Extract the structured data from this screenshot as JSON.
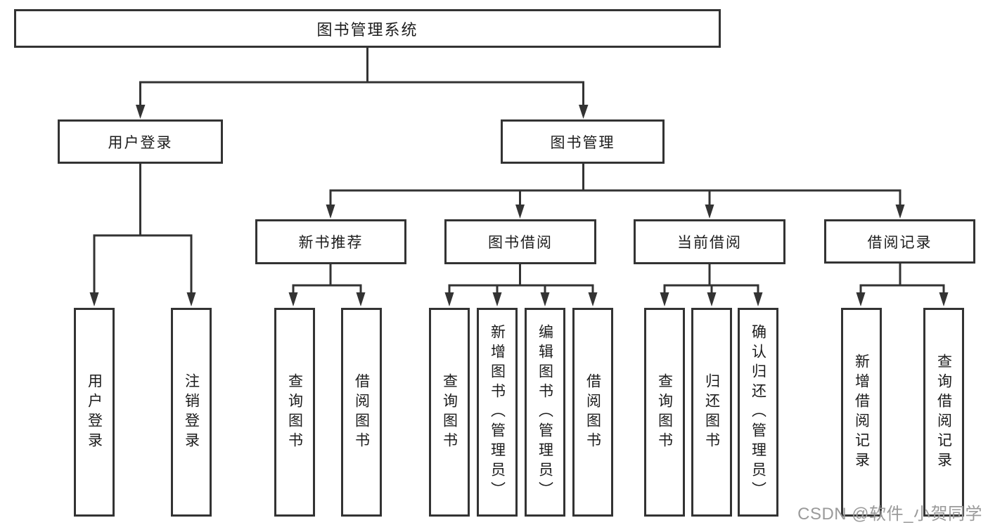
{
  "tree": {
    "label": "图书管理系统",
    "children": [
      {
        "label": "用户登录",
        "children": [
          {
            "label": "用户登录"
          },
          {
            "label": "注销登录"
          }
        ]
      },
      {
        "label": "图书管理",
        "children": [
          {
            "label": "新书推荐",
            "children": [
              {
                "label": "查询图书"
              },
              {
                "label": "借阅图书"
              }
            ]
          },
          {
            "label": "图书借阅",
            "children": [
              {
                "label": "查询图书"
              },
              {
                "label": "新增图书（管理员）"
              },
              {
                "label": "编辑图书（管理员）"
              },
              {
                "label": "借阅图书"
              }
            ]
          },
          {
            "label": "当前借阅",
            "children": [
              {
                "label": "查询图书"
              },
              {
                "label": "归还图书"
              },
              {
                "label": "确认归还（管理员）"
              }
            ]
          },
          {
            "label": "借阅记录",
            "children": [
              {
                "label": "新增借阅记录"
              },
              {
                "label": "查询借阅记录"
              }
            ]
          }
        ]
      }
    ]
  },
  "watermark": {
    "text": "CSDN @软件_小贺同学"
  },
  "colors": {
    "line": "#333333",
    "node_border": "#333333",
    "text": "#1c1c1c",
    "watermark": "#9a9a9a",
    "background": "#ffffff"
  }
}
